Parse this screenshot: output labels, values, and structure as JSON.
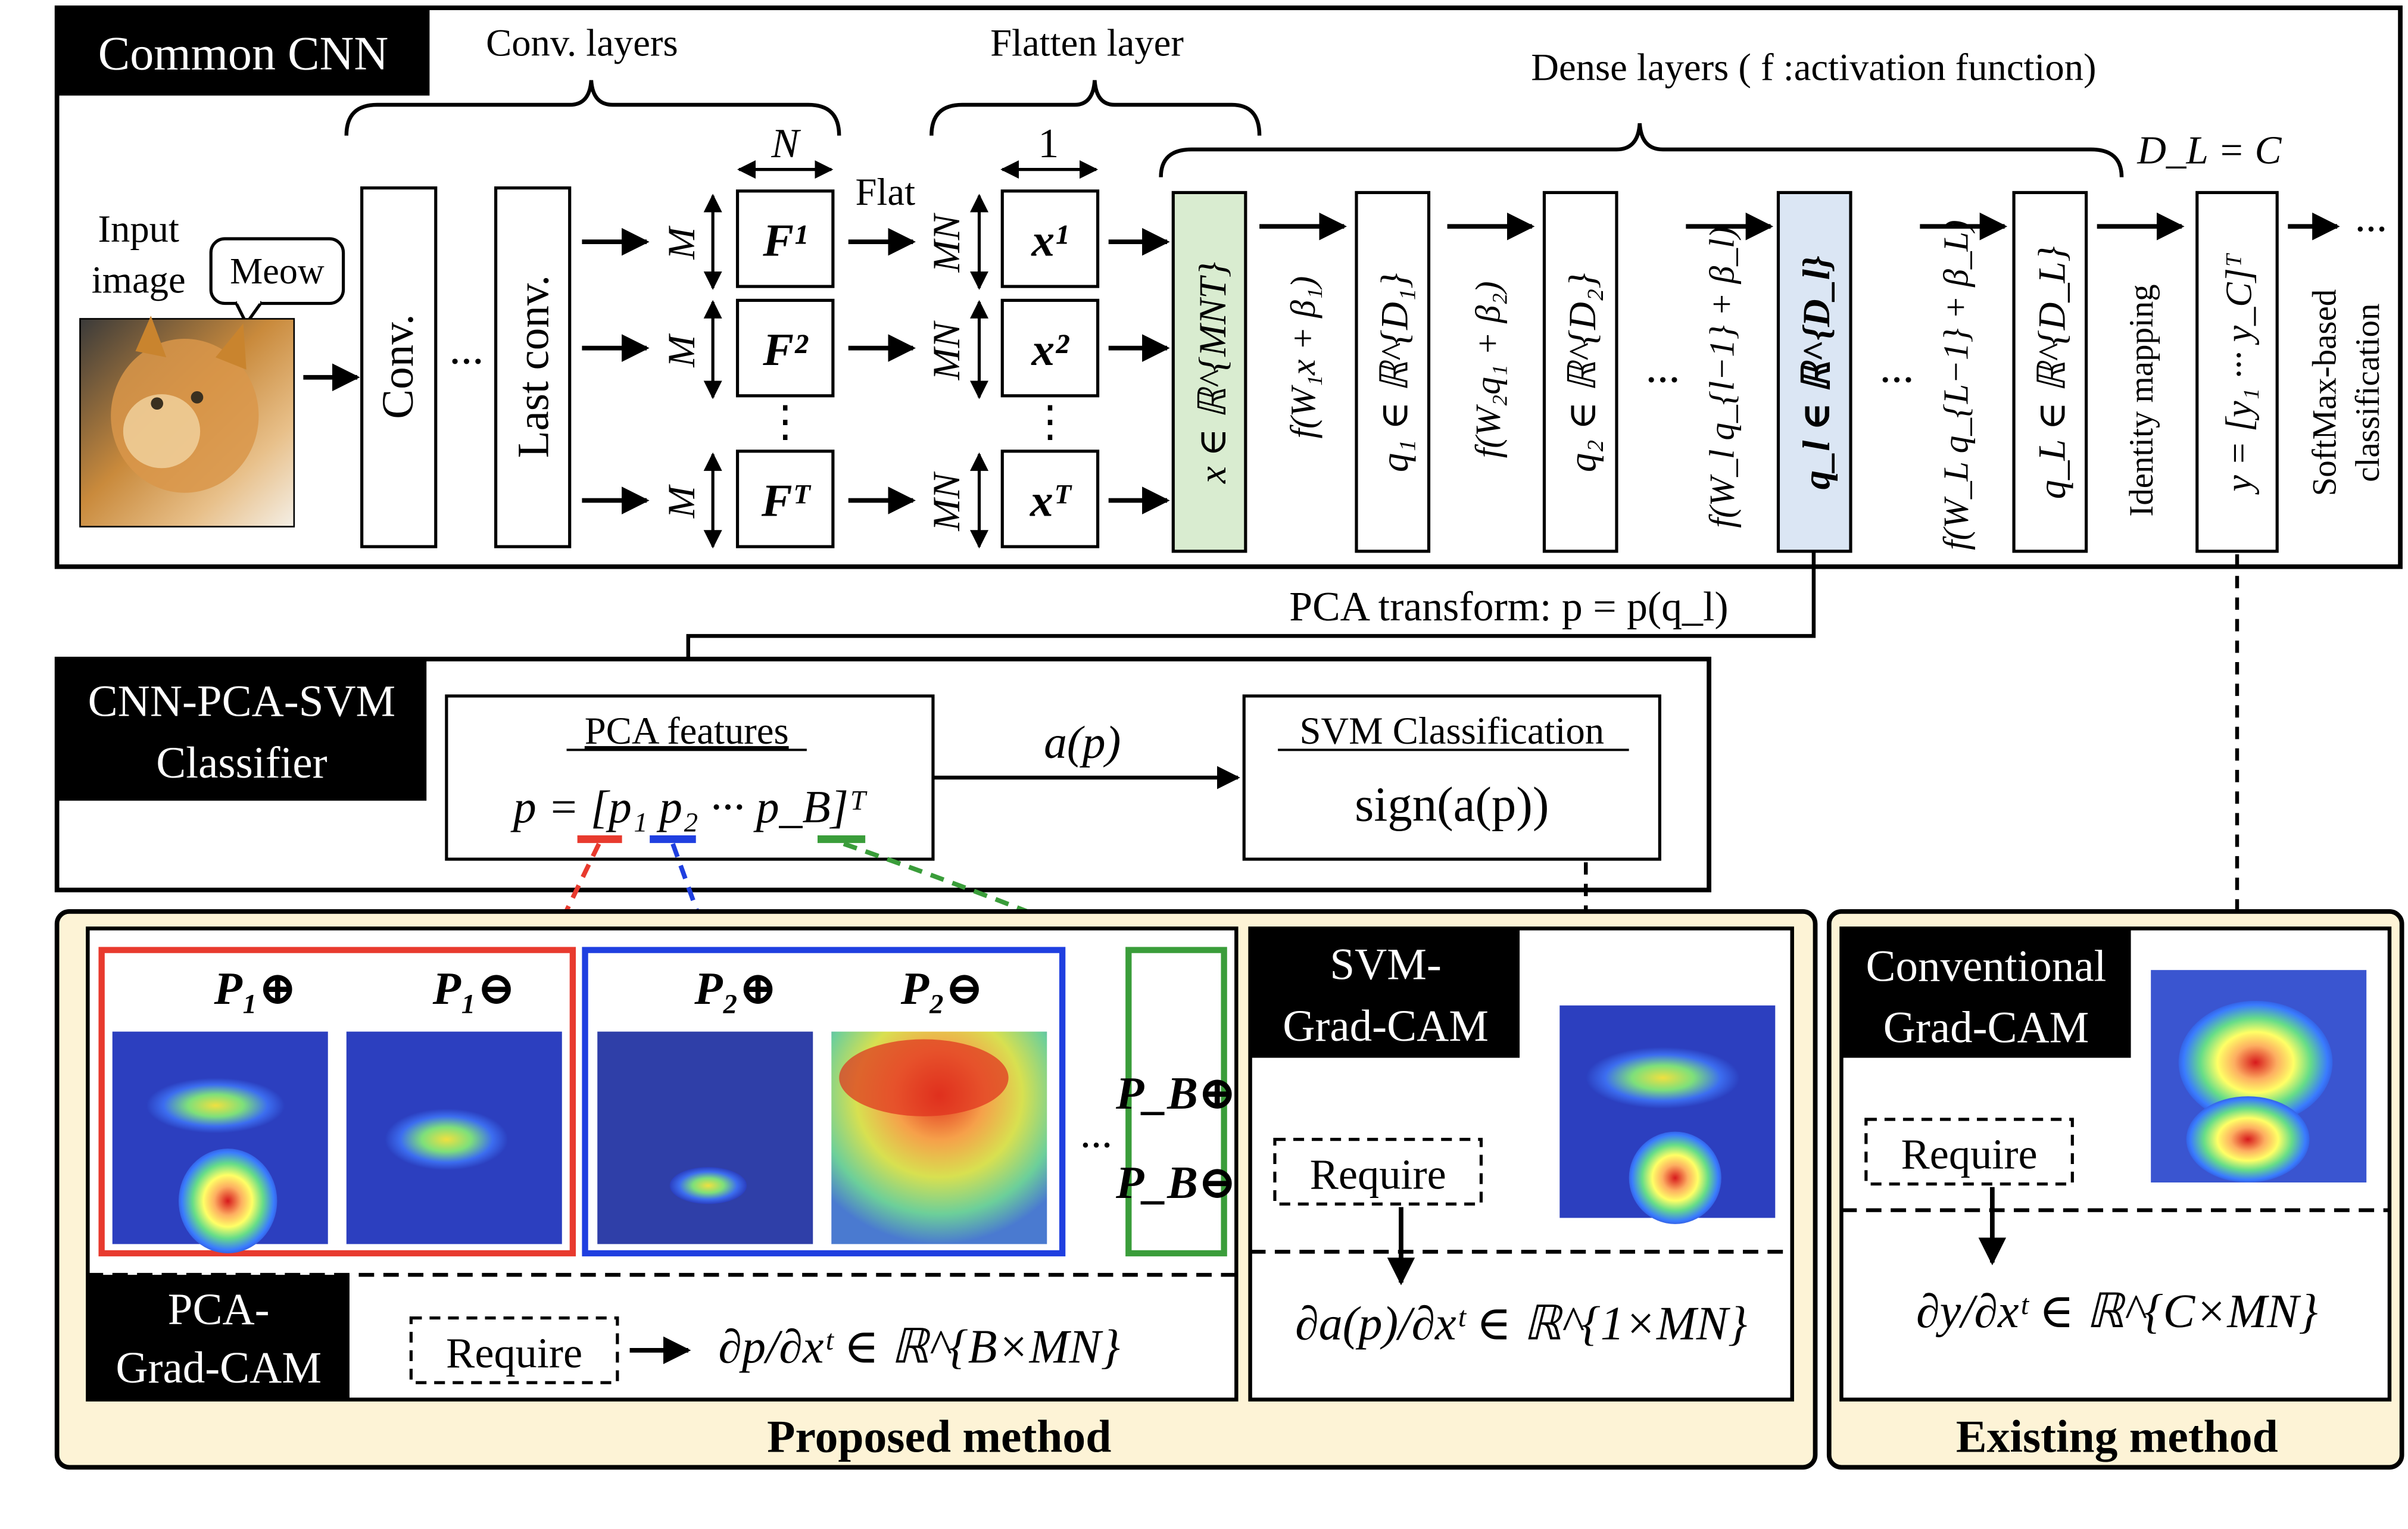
{
  "header": {
    "tag": "Common CNN",
    "conv_layers": "Conv. layers",
    "flatten_layer": "Flatten layer",
    "dense_layers": "Dense layers ( f :activation function)",
    "dl_equals_c": "D_L = C"
  },
  "cnn": {
    "input_image_line1": "Input",
    "input_image_line2": "image",
    "meow": "Meow",
    "conv": "Conv.",
    "dots": "...",
    "last_conv": "Last conv.",
    "dim_n": "N",
    "dim_one": "1",
    "dim_m": "M",
    "dim_mn": "MN",
    "flat": "Flat",
    "f1": "F¹",
    "f2": "F²",
    "ft": "Fᵀ",
    "x1": "x¹",
    "x2": "x²",
    "xt": "xᵀ",
    "x_space": "x ∈ ℝ^{MNT}",
    "f1_label": "f(W₁x + β₁)",
    "q1": "q₁ ∈ ℝ^{D₁}",
    "f2_label": "f(W₂q₁ + β₂)",
    "q2": "q₂ ∈ ℝ^{D₂}",
    "fl_label": "f(W_l q_{l−1} + β_l)",
    "ql": "q_l ∈ ℝ^{D_l}",
    "fL_label": "f(W_L q_{L−1} + β_L)",
    "qL": "q_L ∈ ℝ^{D_L}",
    "identity": "Identity mapping",
    "y_vec": "y = [y₁ ··· y_C]ᵀ",
    "softmax_line1": "SoftMax-based",
    "softmax_line2": "classification",
    "more": "..."
  },
  "pca_transform": "PCA transform:  p = p(q_l)",
  "svm_section": {
    "tag_line1": "CNN-PCA-SVM",
    "tag_line2": "Classifier",
    "pca_features": "PCA features",
    "p_vector": "p = [p₁  p₂  ···  p_B]ᵀ",
    "a_p": "a(p)",
    "svm_classification": "SVM Classification",
    "sign": "sign(a(p))"
  },
  "proposed": {
    "p1_plus": "P₁⊕",
    "p1_minus": "P₁⊖",
    "p2_plus": "P₂⊕",
    "p2_minus": "P₂⊖",
    "pb_plus": "P_B⊕",
    "pb_minus": "P_B⊖",
    "dots": "...",
    "pca_tag_line1": "PCA-",
    "pca_tag_line2": "Grad-CAM",
    "require": "Require",
    "pca_grad": "∂p/∂xᵗ ∈ ℝ^{B×MN}",
    "svm_tag_line1": "SVM-",
    "svm_tag_line2": "Grad-CAM",
    "svm_grad": "∂a(p)/∂xᵗ ∈ ℝ^{1×MN}",
    "title": "Proposed method"
  },
  "existing": {
    "tag_line1": "Conventional",
    "tag_line2": "Grad-CAM",
    "require": "Require",
    "grad": "∂y/∂xᵗ ∈ ℝ^{C×MN}",
    "title": "Existing method"
  },
  "colors": {
    "black": "#000000",
    "tan": "#fdf3d6",
    "green_fill": "#d9ecd0",
    "blue_fill": "#dbe6f4",
    "red": "#e83a2e",
    "blue": "#1f3fe0",
    "green": "#3a9d3a"
  }
}
